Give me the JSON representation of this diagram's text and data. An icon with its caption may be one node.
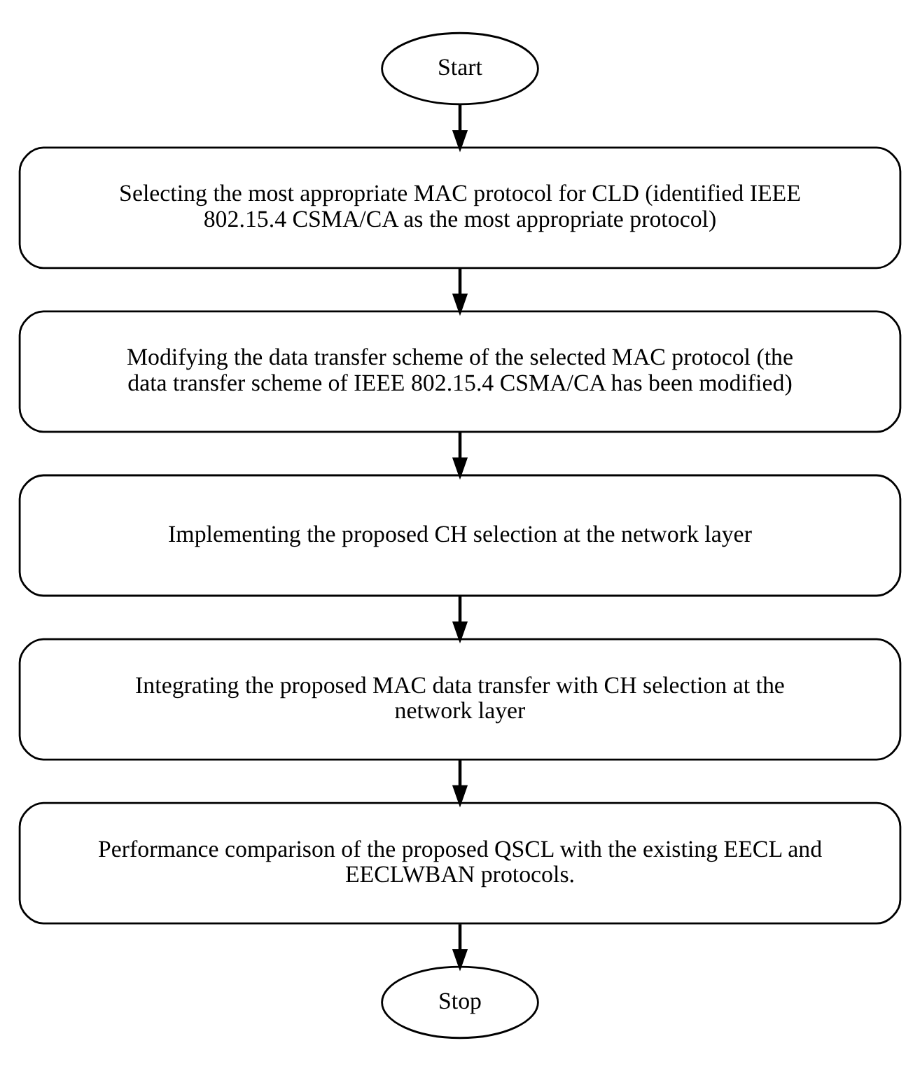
{
  "diagram": {
    "nodes": [
      {
        "text": [
          "Start"
        ]
      },
      {
        "text": [
          "Selecting the most appropriate MAC protocol for CLD (identified IEEE 802.15.4 CSMA/CA as the most appropriate protocol)"
        ]
      },
      {
        "text": [
          "Modifying the data transfer scheme of the selected MAC protocol (the data transfer scheme of IEEE 802.15.4 CSMA/CA has been modified)"
        ]
      },
      {
        "text": [
          "Implementing the proposed CH selection at the network layer"
        ]
      },
      {
        "text": [
          "Integrating the proposed MAC data transfer with CH selection at the network layer"
        ]
      },
      {
        "text": [
          "Performance comparison of the proposed QSCL with the existing EECL and EECLWBAN protocols."
        ]
      },
      {
        "text": [
          "Stop"
        ]
      }
    ],
    "edges": [
      {
        "from": 0,
        "to": 1,
        "arrow": "to"
      },
      {
        "from": 1,
        "to": 2,
        "arrow": "to"
      },
      {
        "from": 2,
        "to": 3,
        "arrow": "to"
      },
      {
        "from": 3,
        "to": 4,
        "arrow": "to"
      },
      {
        "from": 4,
        "to": 5,
        "arrow": "to"
      },
      {
        "from": 5,
        "to": 6,
        "arrow": "to"
      }
    ]
  }
}
